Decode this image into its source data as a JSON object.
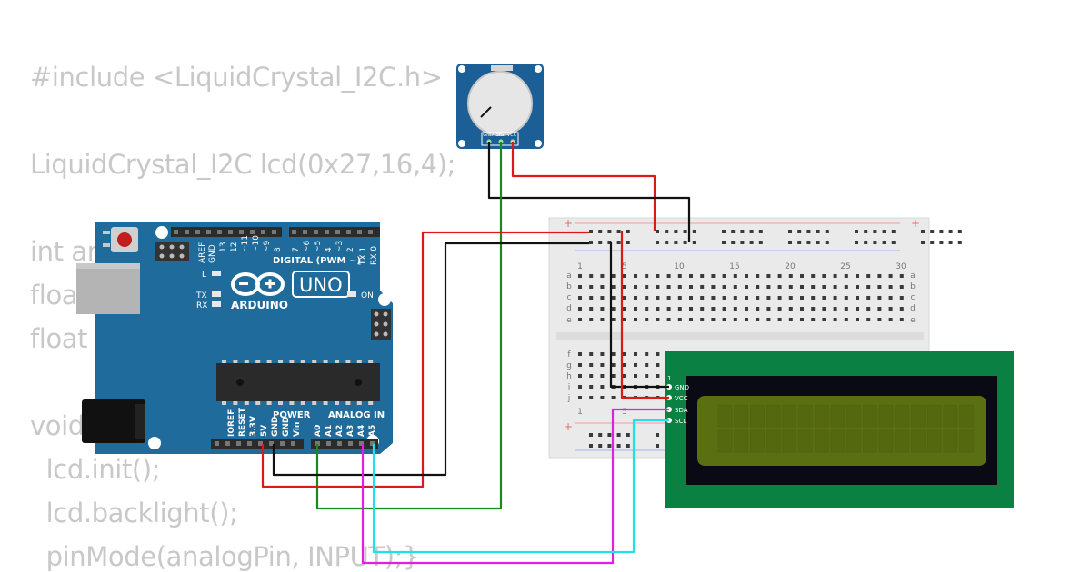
{
  "code": {
    "lines": [
      "#include <LiquidCrystal_I2C.h>",
      "LiquidCrystal_I2C lcd(0x27,16,4);",
      "int an",
      "floa",
      "float",
      "void",
      "  lcd.init();",
      "  lcd.backlight();",
      "  pinMode(analogPin, INPUT);}"
    ]
  },
  "arduino": {
    "digital_header": "DIGITAL (PWM ~)",
    "logo_symbol": "⊖⊕",
    "brand": "ARDUINO",
    "model": "UNO",
    "on_label": "ON",
    "l_label": "L",
    "tx_label": "TX",
    "rx_label": "RX",
    "aref": "AREF",
    "gnd_top": "GND",
    "digital_pins": [
      "13",
      "12",
      "~11",
      "~10",
      "~9",
      "8",
      "7",
      "~6",
      "~5",
      "4",
      "~3",
      "2",
      "TX 1",
      "RX 0"
    ],
    "power_label": "POWER",
    "analog_label": "ANALOG IN",
    "power_pins": [
      "IOREF",
      "RESET",
      "3.3V",
      "5V",
      "GND",
      "GND",
      "Vin"
    ],
    "analog_pins": [
      "A0",
      "A1",
      "A2",
      "A3",
      "A4",
      "A5"
    ]
  },
  "potentiometer": {
    "pins": [
      "GND",
      "SIG",
      "VCC"
    ]
  },
  "breadboard": {
    "top_plus": "+",
    "bottom_plus": "+",
    "minus": "-",
    "col_numbers": [
      "1",
      "5",
      "10",
      "15",
      "20",
      "25",
      "30"
    ],
    "rows_top": [
      "a",
      "b",
      "c",
      "d",
      "e"
    ],
    "rows_bottom": [
      "f",
      "g",
      "h",
      "i",
      "j"
    ],
    "bottom_numbers": [
      "1",
      "5"
    ]
  },
  "lcd": {
    "pin_number": "1",
    "pins": [
      "GND",
      "VCC",
      "SDA",
      "SCL"
    ]
  },
  "colors": {
    "wire_red": "#dd1a1a",
    "wire_black": "#111111",
    "wire_green": "#1a8a1a",
    "wire_magenta": "#e020e0",
    "wire_cyan": "#20e0e8",
    "arduino_blue": "#1f6b9b",
    "lcd_green": "#0a8043",
    "lcd_screen": "#5a6e12"
  }
}
